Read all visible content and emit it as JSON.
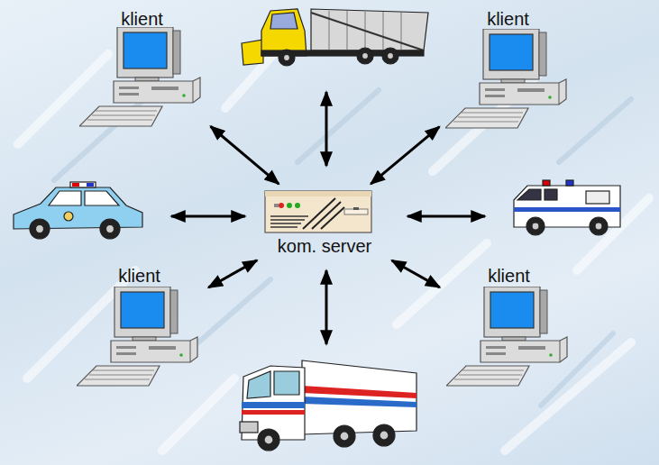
{
  "diagram": {
    "nodes": [
      {
        "text": [
          "klient"
        ]
      },
      {
        "text": [
          "klient"
        ]
      },
      {
        "text": [
          "kom. server"
        ]
      },
      {
        "text": [
          "klient"
        ]
      },
      {
        "text": [
          "klient"
        ]
      }
    ],
    "edges": [
      {
        "from": 2,
        "to": 0,
        "arrow": "both"
      },
      {
        "from": 2,
        "to": 1,
        "arrow": "both"
      },
      {
        "from": 2,
        "to": 3,
        "arrow": "both"
      },
      {
        "from": 2,
        "to": 4,
        "arrow": "both"
      }
    ]
  }
}
